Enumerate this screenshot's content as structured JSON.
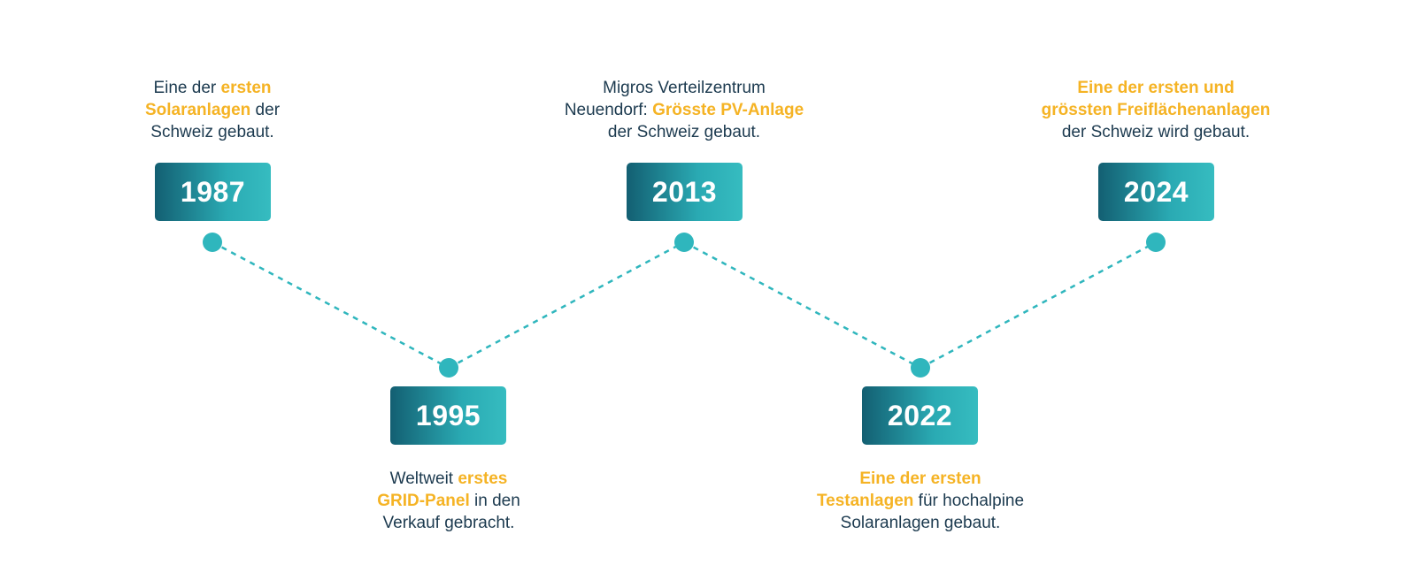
{
  "timeline": {
    "accent_color": "#f5b324",
    "teal_color": "#2fb6bd",
    "text_color": "#1c3a4f",
    "events": [
      {
        "year": "1987",
        "description": [
          {
            "text": "Eine der ",
            "highlight": false
          },
          {
            "text": "ersten",
            "highlight": true
          },
          {
            "text": "\n",
            "highlight": false
          },
          {
            "text": "Solaranlagen",
            "highlight": true
          },
          {
            "text": " der\nSchweiz gebaut.",
            "highlight": false
          }
        ]
      },
      {
        "year": "1995",
        "description": [
          {
            "text": "Weltweit ",
            "highlight": false
          },
          {
            "text": "erstes",
            "highlight": true
          },
          {
            "text": "\n",
            "highlight": false
          },
          {
            "text": "GRID-Panel",
            "highlight": true
          },
          {
            "text": " in den\nVerkauf gebracht.",
            "highlight": false
          }
        ]
      },
      {
        "year": "2013",
        "description": [
          {
            "text": "Migros Verteilzentrum\nNeuendorf: ",
            "highlight": false
          },
          {
            "text": "Grösste PV-Anlage",
            "highlight": true
          },
          {
            "text": "\nder Schweiz gebaut.",
            "highlight": false
          }
        ]
      },
      {
        "year": "2022",
        "description": [
          {
            "text": "Eine der ersten",
            "highlight": true
          },
          {
            "text": "\n",
            "highlight": false
          },
          {
            "text": "Testanlagen",
            "highlight": true
          },
          {
            "text": " für hochalpine\nSolaranlagen gebaut.",
            "highlight": false
          }
        ]
      },
      {
        "year": "2024",
        "description": [
          {
            "text": "Eine der ersten und\ngrössten Freiflächenanlagen",
            "highlight": true
          },
          {
            "text": "\nder Schweiz wird gebaut.",
            "highlight": false
          }
        ]
      }
    ]
  }
}
